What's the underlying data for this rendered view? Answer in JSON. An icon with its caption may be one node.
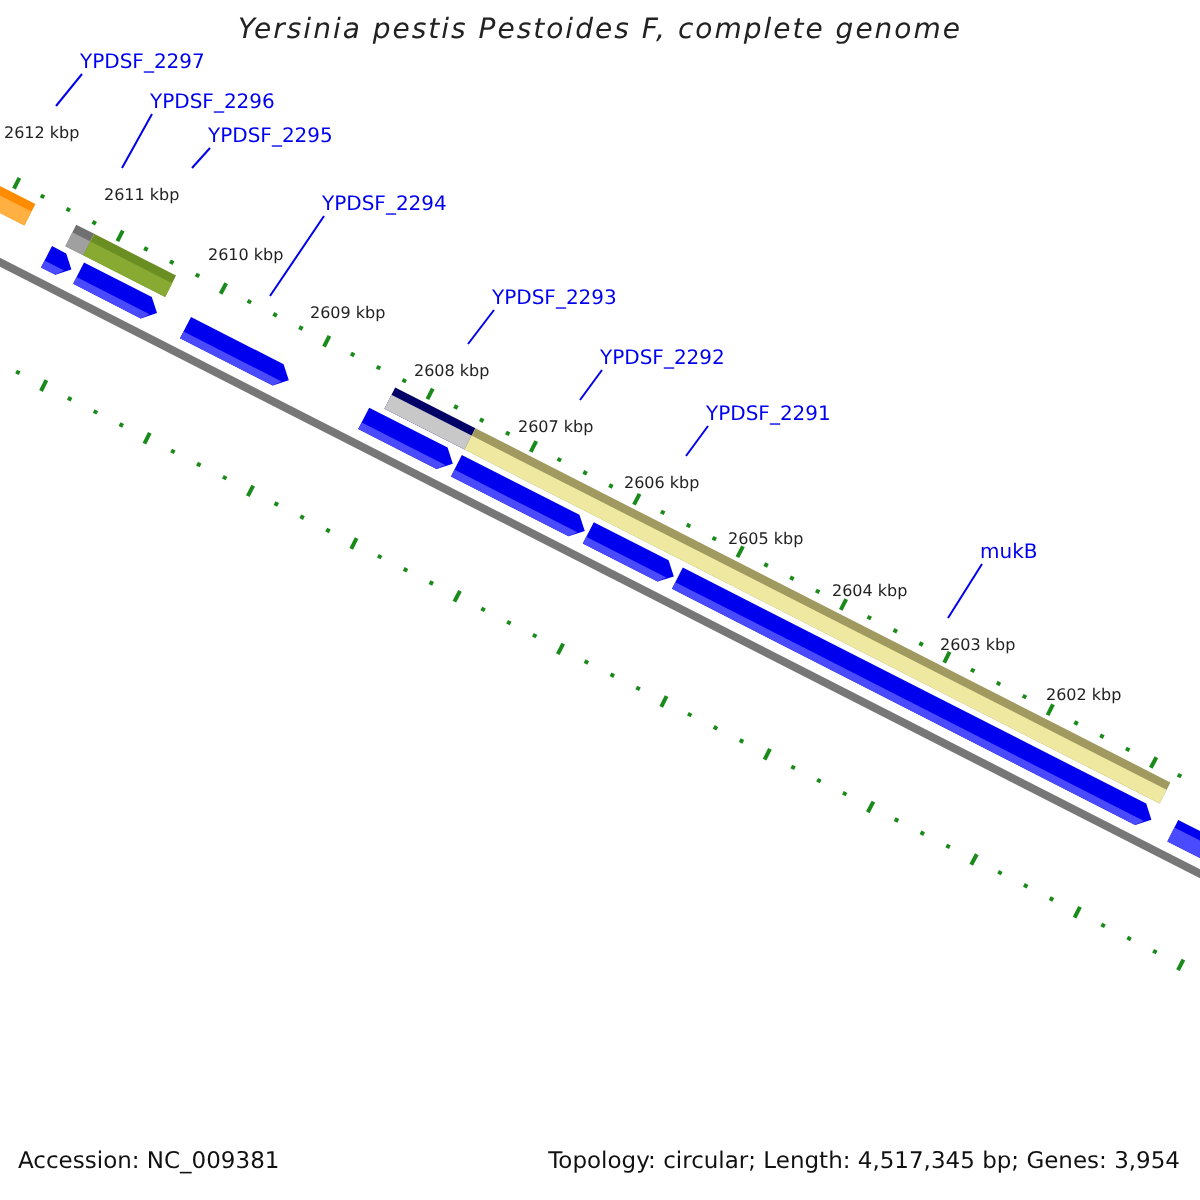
{
  "diagram": {
    "title": "Yersinia pestis Pestoides F, complete genome",
    "nodes": [
      {
        "text": [
          "YPDSF_2297"
        ]
      },
      {
        "text": [
          "YPDSF_2296"
        ]
      },
      {
        "text": [
          "YPDSF_2295"
        ]
      },
      {
        "text": [
          "YPDSF_2294"
        ]
      },
      {
        "text": [
          "YPDSF_2293"
        ]
      },
      {
        "text": [
          "YPDSF_2292"
        ]
      },
      {
        "text": [
          "YPDSF_2291"
        ]
      },
      {
        "text": [
          "mukB"
        ]
      }
    ],
    "edges": [
      {
        "from": 0,
        "to": null,
        "arrow": "none"
      },
      {
        "from": 1,
        "to": null,
        "arrow": "none"
      },
      {
        "from": 2,
        "to": null,
        "arrow": "none"
      },
      {
        "from": 3,
        "to": null,
        "arrow": "none"
      },
      {
        "from": 4,
        "to": null,
        "arrow": "none"
      },
      {
        "from": 5,
        "to": null,
        "arrow": "none"
      },
      {
        "from": 6,
        "to": null,
        "arrow": "none"
      },
      {
        "from": 7,
        "to": null,
        "arrow": "none"
      }
    ],
    "labels": [
      "2612 kbp",
      "2611 kbp",
      "2610 kbp",
      "2609 kbp",
      "2608 kbp",
      "2607 kbp",
      "2606 kbp",
      "2605 kbp",
      "2604 kbp",
      "2603 kbp",
      "2602 kbp",
      "Accession: NC_009381",
      "Topology: circular; Length: 4,517,345 bp; Genes: 3,954"
    ]
  }
}
